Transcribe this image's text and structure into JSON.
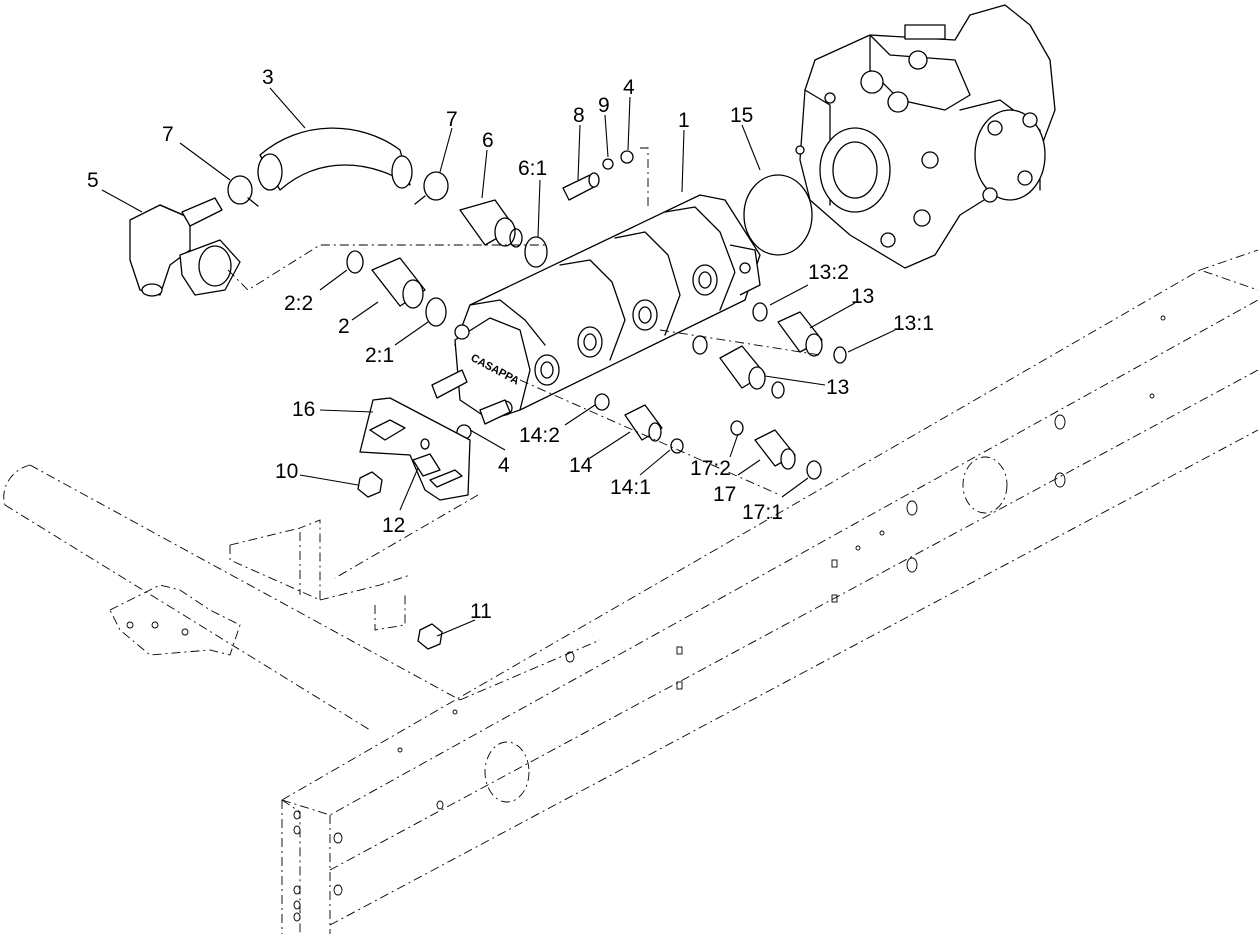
{
  "diagram": {
    "brand_text": "CASAPPA",
    "callouts": [
      {
        "id": "c3",
        "text": "3"
      },
      {
        "id": "c7a",
        "text": "7"
      },
      {
        "id": "c5",
        "text": "5"
      },
      {
        "id": "c7b",
        "text": "7"
      },
      {
        "id": "c6",
        "text": "6"
      },
      {
        "id": "c61",
        "text": "6:1"
      },
      {
        "id": "c8",
        "text": "8"
      },
      {
        "id": "c9",
        "text": "9"
      },
      {
        "id": "c4a",
        "text": "4"
      },
      {
        "id": "c1",
        "text": "1"
      },
      {
        "id": "c15",
        "text": "15"
      },
      {
        "id": "c22",
        "text": "2:2"
      },
      {
        "id": "c2",
        "text": "2"
      },
      {
        "id": "c21",
        "text": "2:1"
      },
      {
        "id": "c132",
        "text": "13:2"
      },
      {
        "id": "c13a",
        "text": "13"
      },
      {
        "id": "c131",
        "text": "13:1"
      },
      {
        "id": "c13b",
        "text": "13"
      },
      {
        "id": "c16",
        "text": "16"
      },
      {
        "id": "c4b",
        "text": "4"
      },
      {
        "id": "c142",
        "text": "14:2"
      },
      {
        "id": "c14",
        "text": "14"
      },
      {
        "id": "c141",
        "text": "14:1"
      },
      {
        "id": "c172",
        "text": "17:2"
      },
      {
        "id": "c17",
        "text": "17"
      },
      {
        "id": "c171",
        "text": "17:1"
      },
      {
        "id": "c10",
        "text": "10"
      },
      {
        "id": "c12",
        "text": "12"
      },
      {
        "id": "c11",
        "text": "11"
      }
    ]
  }
}
